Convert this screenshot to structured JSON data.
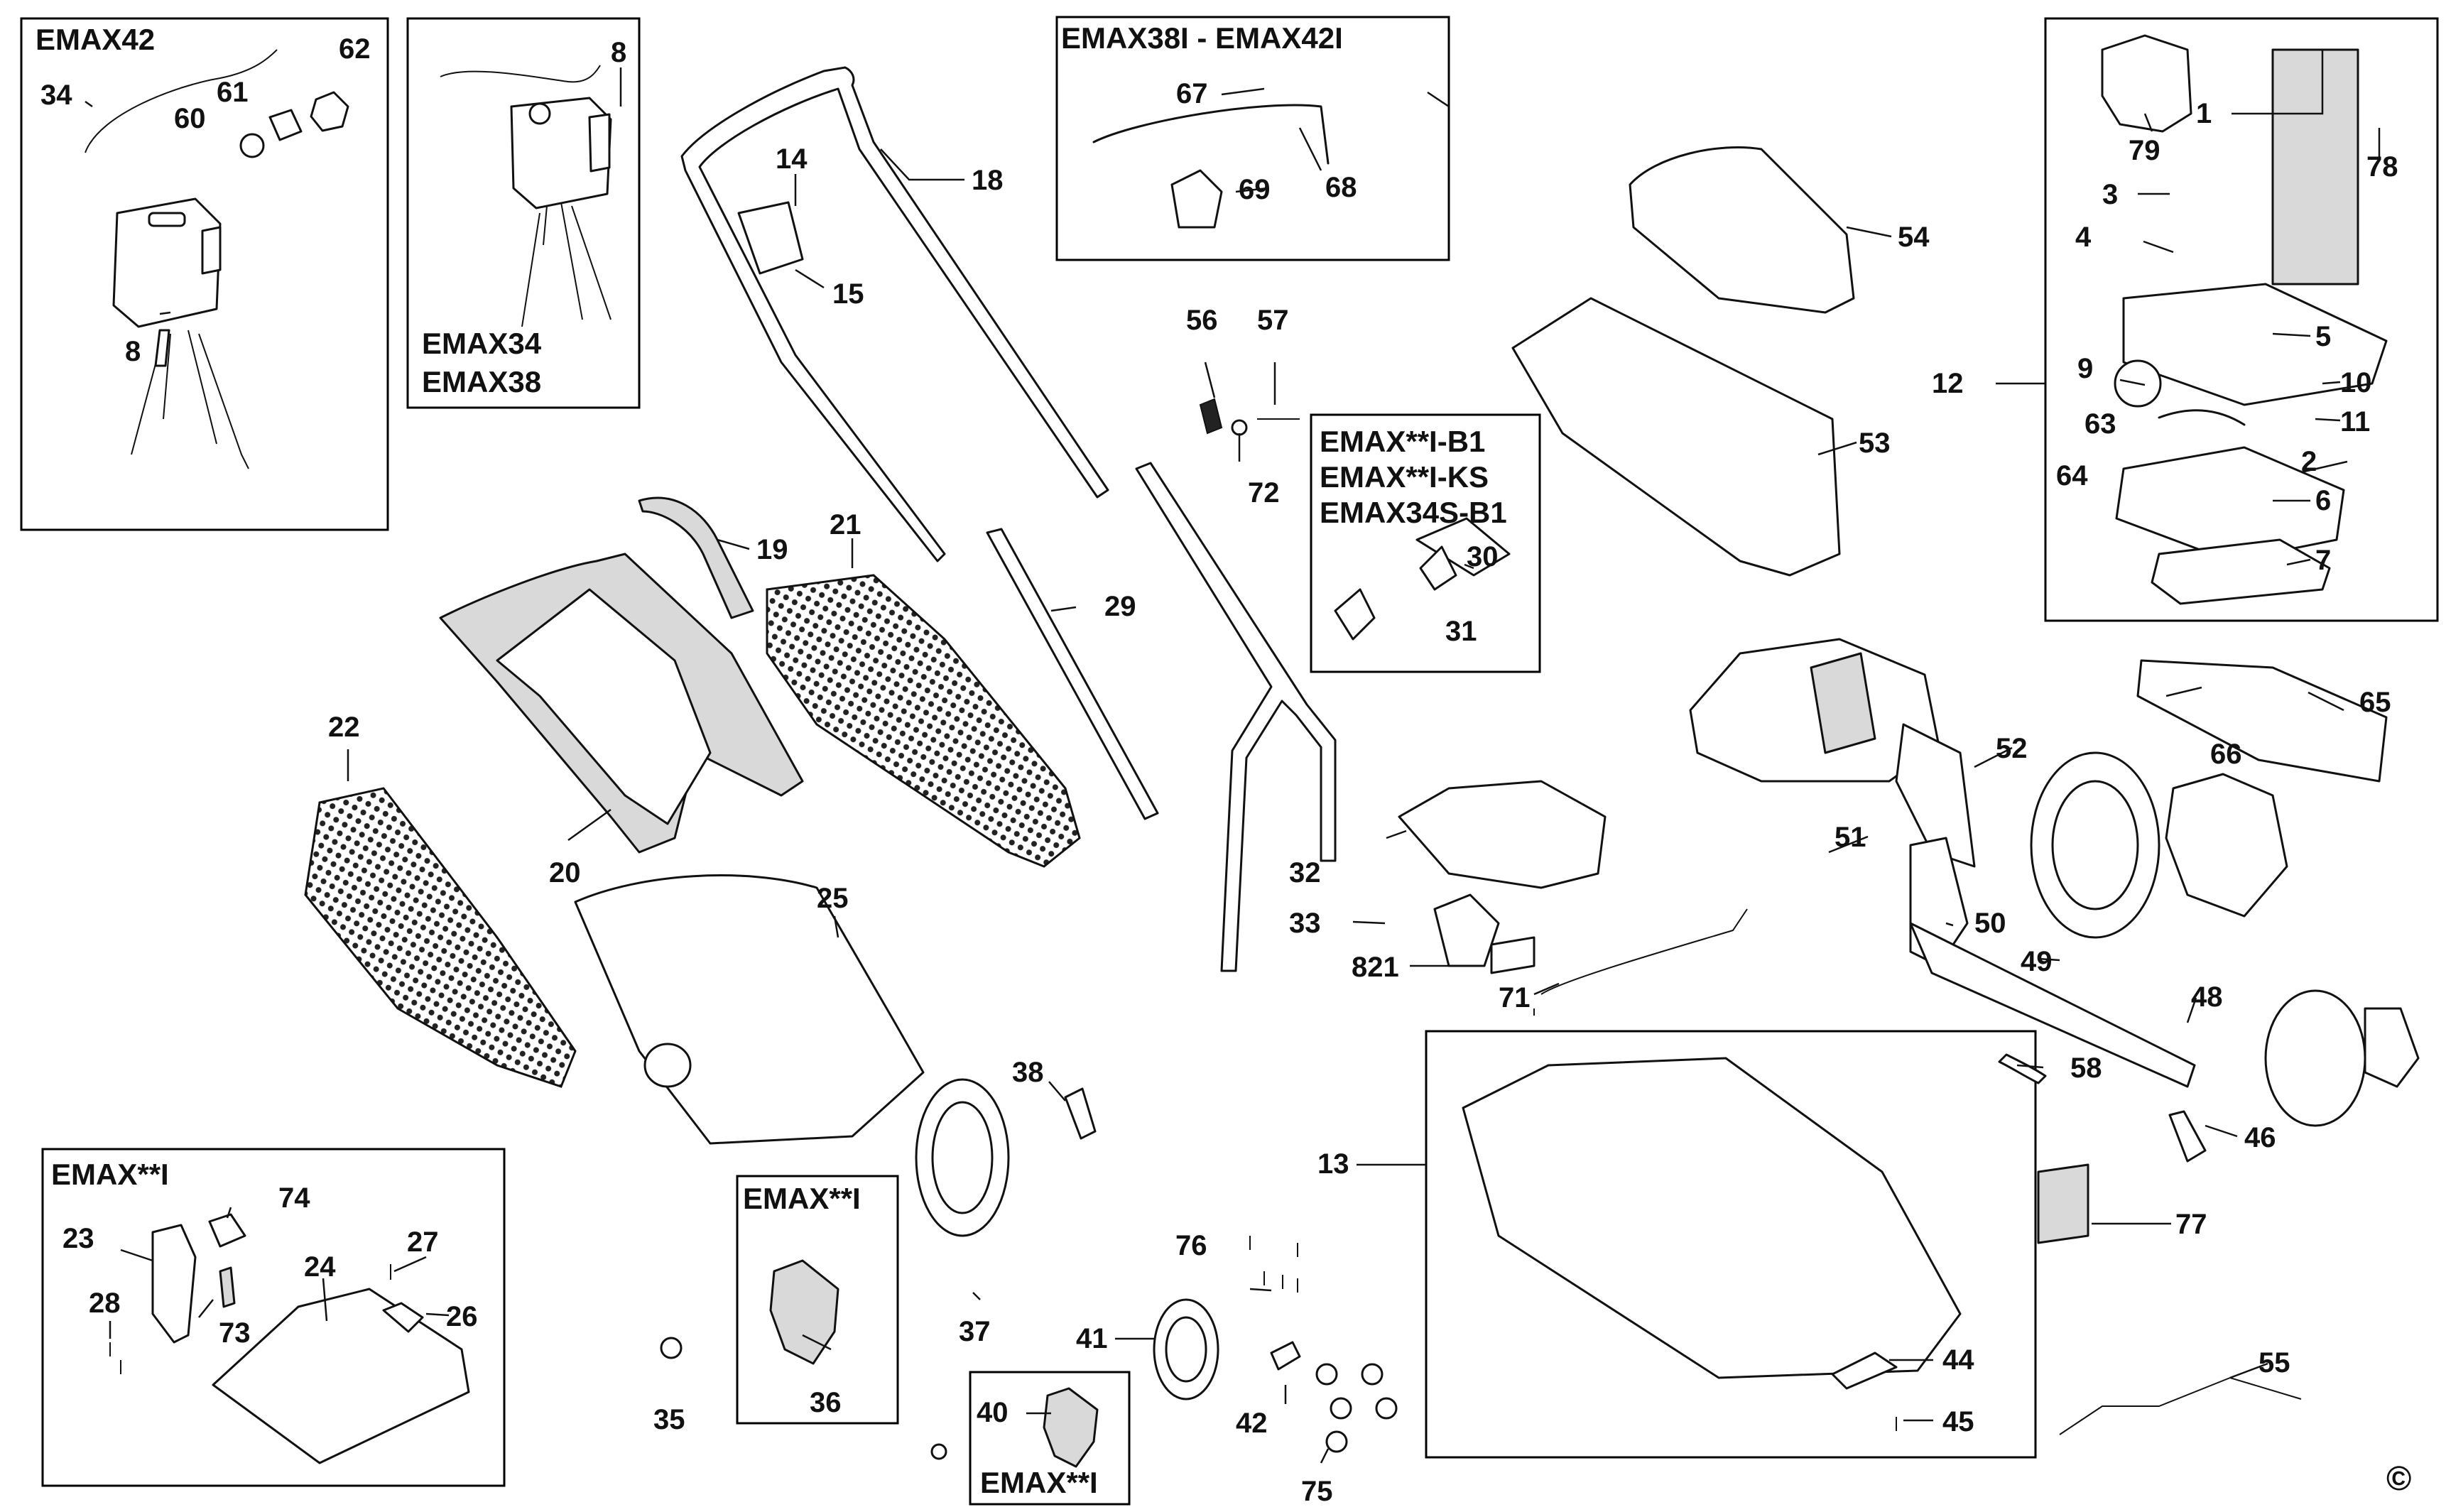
{
  "copyright_symbol": "©",
  "insets": [
    {
      "id": "emax42",
      "title_lines": [
        "EMAX42"
      ]
    },
    {
      "id": "emax34-38",
      "title_lines": [
        "EMAX34",
        "EMAX38"
      ]
    },
    {
      "id": "emax38i-42i",
      "title_lines": [
        "EMAX38I - EMAX42I"
      ]
    },
    {
      "id": "motor-assembly",
      "title_lines": []
    },
    {
      "id": "b1-ks",
      "title_lines": [
        "EMAX**I-B1",
        "EMAX**I-KS",
        "EMAX34S-B1"
      ]
    },
    {
      "id": "emaxi-left",
      "title_lines": [
        "EMAX**I"
      ]
    },
    {
      "id": "emaxi-36",
      "title_lines": [
        "EMAX**I"
      ]
    },
    {
      "id": "emaxi-40",
      "title_lines": [
        "EMAX**I"
      ]
    },
    {
      "id": "deck",
      "title_lines": []
    }
  ],
  "part_numbers": [
    "1",
    "2",
    "3",
    "4",
    "5",
    "6",
    "7",
    "8",
    "8",
    "9",
    "10",
    "11",
    "12",
    "13",
    "14",
    "15",
    "18",
    "19",
    "20",
    "21",
    "22",
    "23",
    "24",
    "25",
    "26",
    "27",
    "28",
    "29",
    "30",
    "31",
    "32",
    "33",
    "34",
    "35",
    "36",
    "37",
    "38",
    "40",
    "41",
    "42",
    "44",
    "45",
    "46",
    "48",
    "49",
    "50",
    "51",
    "52",
    "53",
    "54",
    "55",
    "56",
    "57",
    "58",
    "60",
    "61",
    "62",
    "63",
    "64",
    "65",
    "66",
    "67",
    "68",
    "69",
    "71",
    "72",
    "73",
    "74",
    "75",
    "76",
    "77",
    "78",
    "79",
    "821"
  ]
}
